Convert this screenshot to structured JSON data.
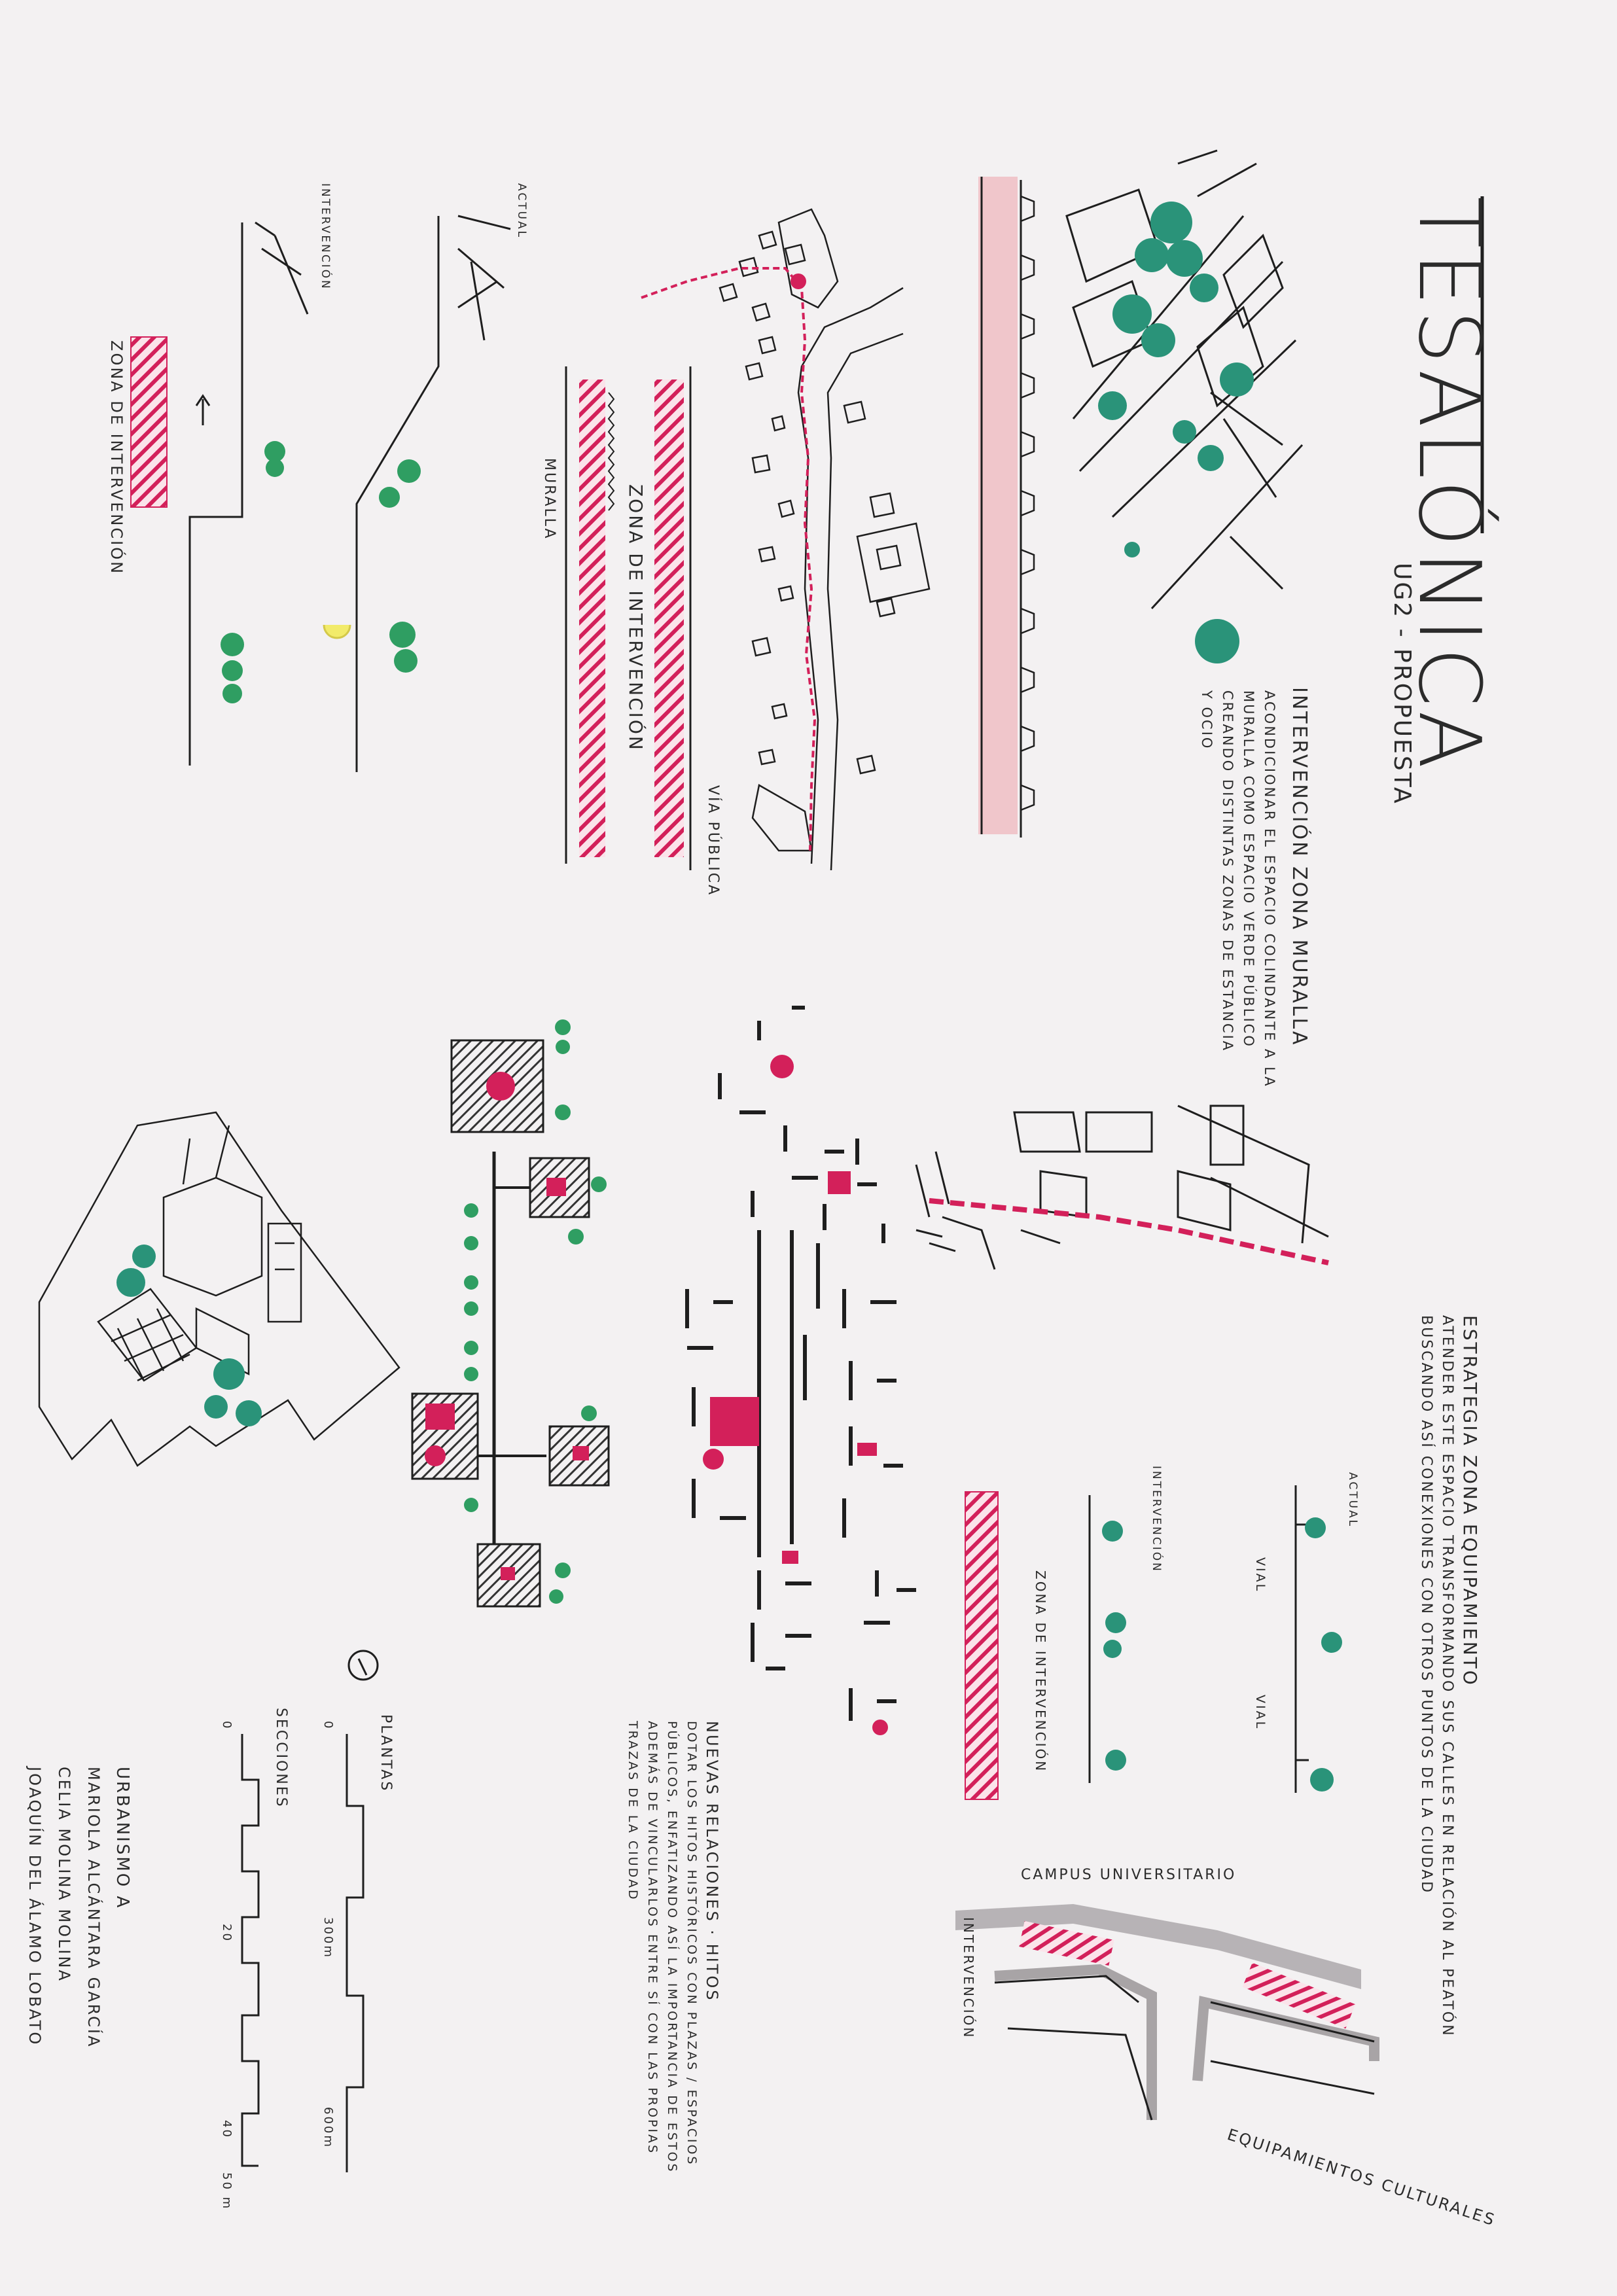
{
  "colors": {
    "paper": "#f3f1f2",
    "ink": "#1e1e1e",
    "magenta": "#d3205a",
    "green": "#2f9e62",
    "teal": "#2a9379",
    "gray": "#a8a4a6",
    "yellow": "#f2eb6a"
  },
  "title": {
    "main": "TESALÓNICA",
    "sub": "UG2 - PROPUESTA"
  },
  "muralla": {
    "heading": "INTERVENCIÓN ZONA MURALLA",
    "lines": [
      "ACONDICIONAR EL ESPACIO COLINDANTE A LA",
      "MURALLA COMO ESPACIO VERDE PÚBLICO",
      "CREANDO DISTINTAS ZONAS DE ESTANCIA",
      "Y OCIO"
    ],
    "labels": {
      "actual": "ACTUAL",
      "intervencion": "INTERVENCIÓN",
      "zona": "ZONA DE INTERVENCIÓN",
      "muralla": "MURALLA",
      "zona2": "ZONA DE INTERVENCIÓN",
      "via": "VÍA PÚBLICA"
    }
  },
  "equipamiento": {
    "heading": "ESTRATEGIA ZONA EQUIPAMIENTO",
    "lines": [
      "ATENDER ESTE ESPACIO TRANSFORMANDO SUS CALLES EN RELACIÓN AL PEATÓN",
      "BUSCANDO ASÍ CONEXIONES CON OTROS PUNTOS DE LA CIUDAD"
    ],
    "labels": {
      "actual": "ACTUAL",
      "intervencion": "INTERVENCIÓN",
      "vial1": "VIAL",
      "vial2": "VIAL",
      "zona": "ZONA DE INTERVENCIÓN",
      "campus": "CAMPUS UNIVERSITARIO",
      "intervencion2": "INTERVENCIÓN",
      "equip": "EQUIPAMIENTOS CULTURALES"
    }
  },
  "hitos": {
    "heading": "NUEVAS RELACIONES · HITOS",
    "lines": [
      "DOTAR LOS HITOS HISTÓRICOS CON PLAZAS / ESPACIOS",
      "PÚBLICOS, ENFATIZANDO ASÍ LA IMPORTANCIA DE ESTOS",
      "ADEMÁS DE VINCULARLOS ENTRE SÍ CON LAS PROPIAS",
      "TRAZAS DE LA CIUDAD"
    ]
  },
  "scales": {
    "plantas": {
      "label": "PLANTAS",
      "ticks": [
        "0",
        "300m",
        "600m"
      ]
    },
    "secciones": {
      "label": "SECCIONES",
      "ticks": [
        "0",
        "20",
        "40",
        "50 m"
      ]
    }
  },
  "authors": {
    "course": "URBANISMO A",
    "names": [
      "MARIOLA ALCÁNTARA GARCÍA",
      "CELIA MOLINA MOLINA",
      "JOAQUÍN DEL ÁLAMO LOBATO"
    ]
  }
}
